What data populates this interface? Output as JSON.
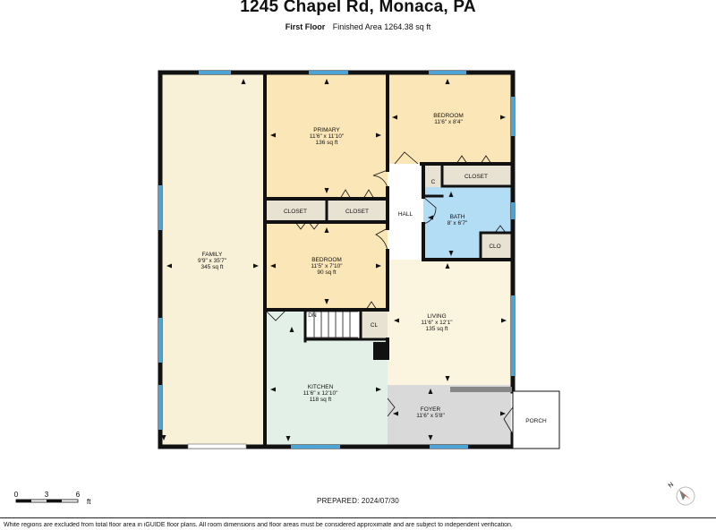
{
  "header": {
    "title": "1245 Chapel Rd, Monaca, PA",
    "floor_label": "First Floor",
    "finished_area": "Finished Area 1264.38 sq ft"
  },
  "rooms": {
    "family": {
      "name": "FAMILY",
      "dims": "9'9\" x 35'7\"",
      "area": "345 sq ft"
    },
    "primary": {
      "name": "PRIMARY",
      "dims": "11'6\" x 11'10\"",
      "area": "136 sq ft"
    },
    "bedroom_ne": {
      "name": "BEDROOM",
      "dims": "11'6\" x 8'4\""
    },
    "bedroom_mid": {
      "name": "BEDROOM",
      "dims": "11'5\" x 7'10\"",
      "area": "90 sq ft"
    },
    "bath": {
      "name": "BATH",
      "dims": "8' x 6'7\""
    },
    "living": {
      "name": "LIVING",
      "dims": "11'6\" x 12'1\"",
      "area": "135 sq ft"
    },
    "kitchen": {
      "name": "KITCHEN",
      "dims": "11'6\" x 12'10\"",
      "area": "118 sq ft"
    },
    "foyer": {
      "name": "FOYER",
      "dims": "11'6\" x 5'8\""
    },
    "hall": {
      "name": "HALL"
    },
    "porch": {
      "name": "PORCH"
    },
    "closet_a": {
      "name": "CLOSET"
    },
    "closet_b": {
      "name": "CLOSET"
    },
    "closet_c": {
      "name": "CLOSET"
    },
    "c": {
      "name": "C"
    },
    "clo": {
      "name": "CLO"
    },
    "cl": {
      "name": "CL"
    },
    "stairs": {
      "name": "DN"
    }
  },
  "scale_bar": {
    "ticks": [
      "0",
      "3",
      "6"
    ],
    "unit": "ft"
  },
  "prepared": "PREPARED: 2024/07/30",
  "footer_note": "White regions are excluded from total floor area in iGUIDE floor plans. All room dimensions and floor areas must be considered approximate and are subject to independent verification.",
  "compass": {
    "label": "N"
  },
  "colors": {
    "wall": "#111111",
    "window": "#4ba3d6",
    "family": "#f8f0d7",
    "bedroom": "#fbe6b7",
    "bath": "#b3dcf5",
    "kitchen": "#e3f0e8",
    "closet": "#e8e2d3",
    "foyer": "#d9d9d9",
    "living": "#fbf5df",
    "compass": "#d7261e"
  }
}
